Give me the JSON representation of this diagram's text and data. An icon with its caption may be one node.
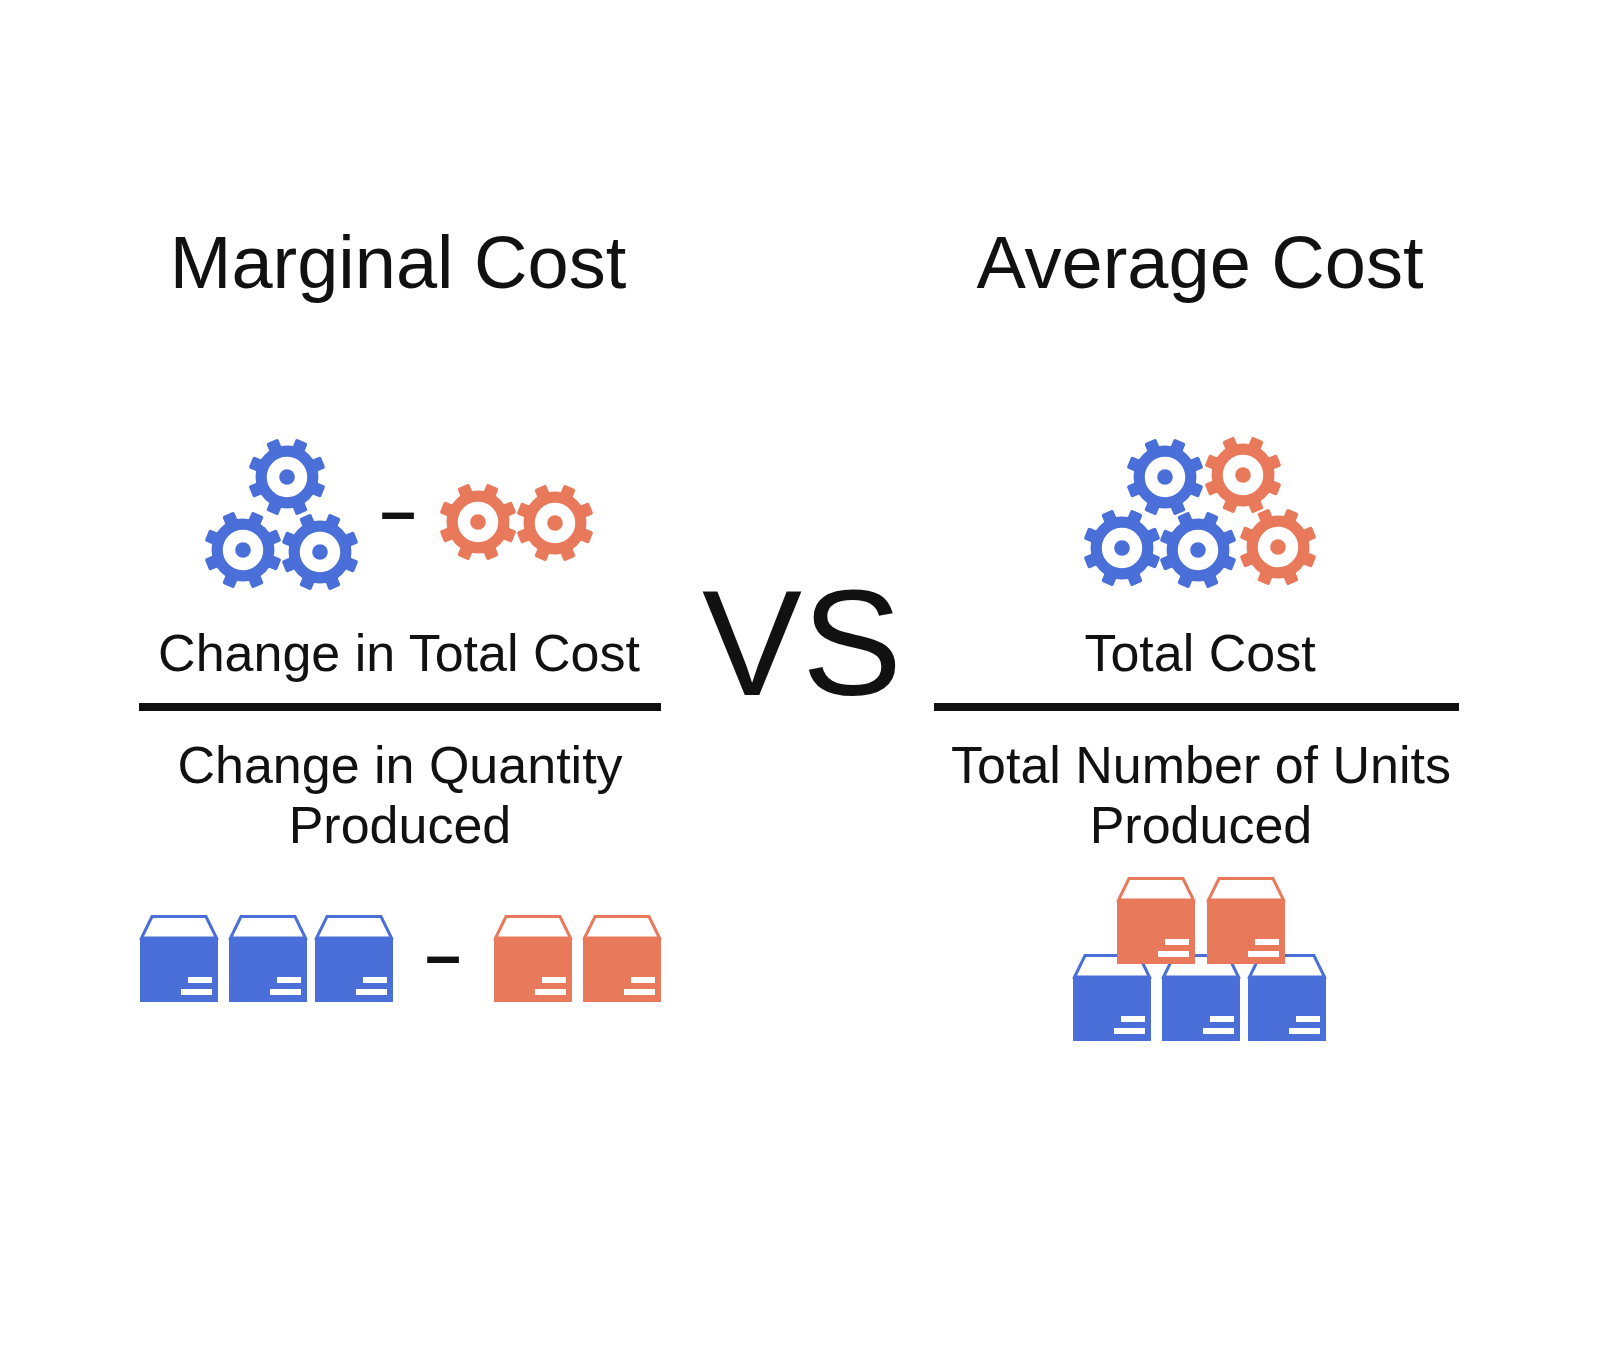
{
  "diagram": {
    "labels": [
      "Marginal Cost",
      "Average Cost",
      "–",
      "Change in Total Cost",
      "VS",
      "Total Cost",
      "Change in Quantity Produced",
      "Total Number of Units Produced",
      "–"
    ]
  }
}
